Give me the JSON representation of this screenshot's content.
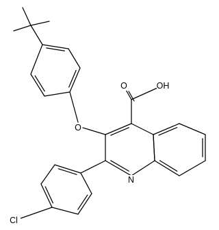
{
  "structure": {
    "kind": "skeletal-formula",
    "atom_labels": {
      "carboxylic_acid": "OH",
      "carbonyl_oxygen": "O",
      "ether_oxygen": "O",
      "ring_nitrogen": "N",
      "chlorine": "Cl"
    },
    "colors": {
      "line": "#000000",
      "background": "#ffffff"
    }
  }
}
